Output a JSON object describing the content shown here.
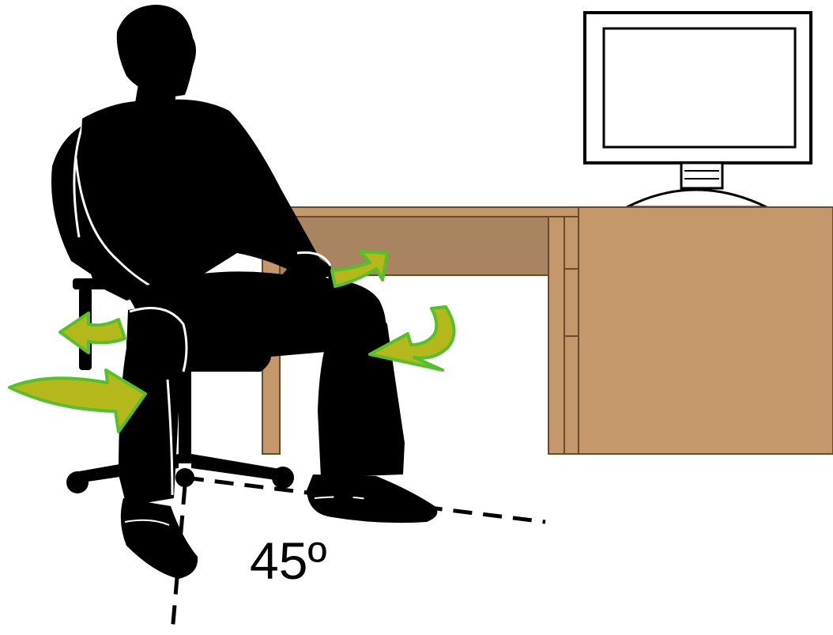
{
  "figure": {
    "angle_label": "45º",
    "colors": {
      "silhouette": "#000000",
      "outline": "#ffffff",
      "desk_top": "#c49a6c",
      "desk_front": "#c4986a",
      "desk_drawer": "#a88460",
      "desk_edge": "#6b4a2b",
      "monitor_frame": "#000000",
      "monitor_fill": "#ffffff",
      "arrow_fill": "#b4b81a",
      "arrow_outline": "#55c02c",
      "guide_line": "#000000"
    },
    "icons": [
      "person-silhouette",
      "office-chair",
      "desk",
      "computer-monitor",
      "rotation-arrow"
    ]
  }
}
